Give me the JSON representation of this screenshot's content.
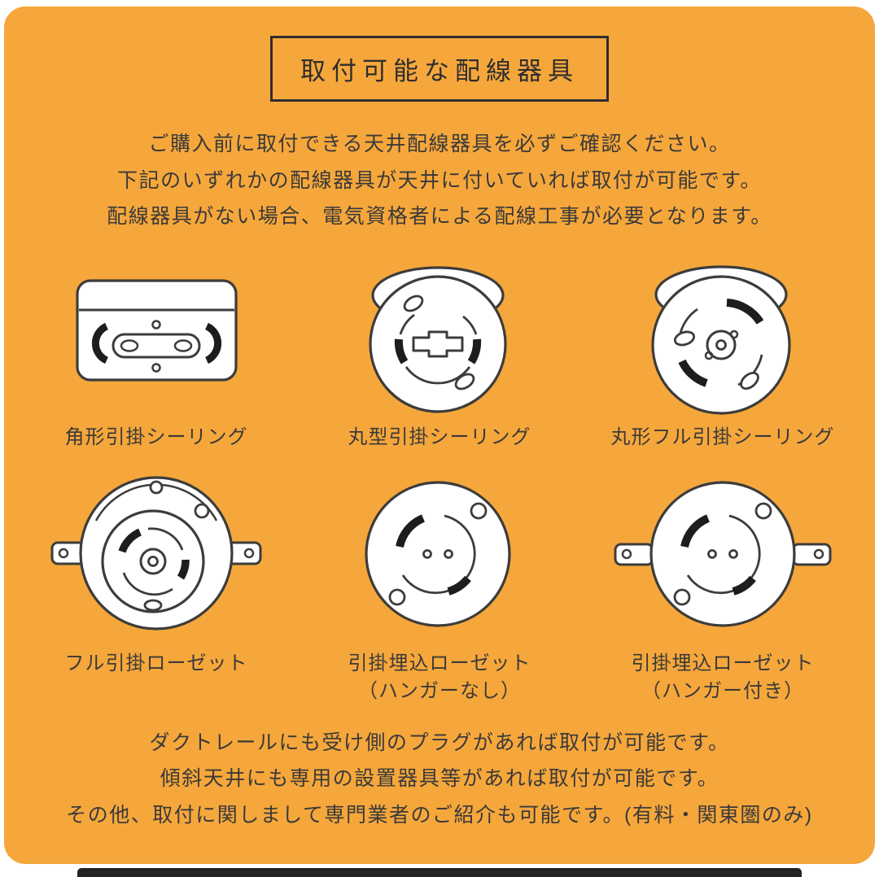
{
  "colors": {
    "panel_background": "#F6A73B",
    "page_background": "#ffffff",
    "text": "#3a3a3a",
    "outline": "#3c3c3c",
    "black_mark": "#1d1d1d",
    "bottom_bar": "#232323"
  },
  "title": "取付可能な配線器具",
  "intro_lines": [
    "ご購入前に取付できる天井配線器具を必ずご確認ください。",
    "下記のいずれかの配線器具が天井に付いていれば取付が可能です。",
    "配線器具がない場合、電気資格者による配線工事が必要となります。"
  ],
  "fixtures": [
    {
      "icon": "square-hook-ceiling-icon",
      "label": "角形引掛シーリング"
    },
    {
      "icon": "round-hook-ceiling-icon",
      "label": "丸型引掛シーリング"
    },
    {
      "icon": "round-full-hook-ceiling-icon",
      "label": "丸形フル引掛シーリング"
    },
    {
      "icon": "full-hook-rosette-icon",
      "label": "フル引掛ローゼット"
    },
    {
      "icon": "embedded-hook-rosette-no-hanger-icon",
      "label": "引掛埋込ローゼット",
      "sublabel": "（ハンガーなし）"
    },
    {
      "icon": "embedded-hook-rosette-with-hanger-icon",
      "label": "引掛埋込ローゼット",
      "sublabel": "（ハンガー付き）"
    }
  ],
  "footer_lines": [
    "ダクトレールにも受け側のプラグがあれば取付が可能です。",
    "傾斜天井にも専用の設置器具等があれば取付が可能です。",
    "その他、取付に関しまして専門業者のご紹介も可能です。(有料・関東圏のみ)"
  ]
}
